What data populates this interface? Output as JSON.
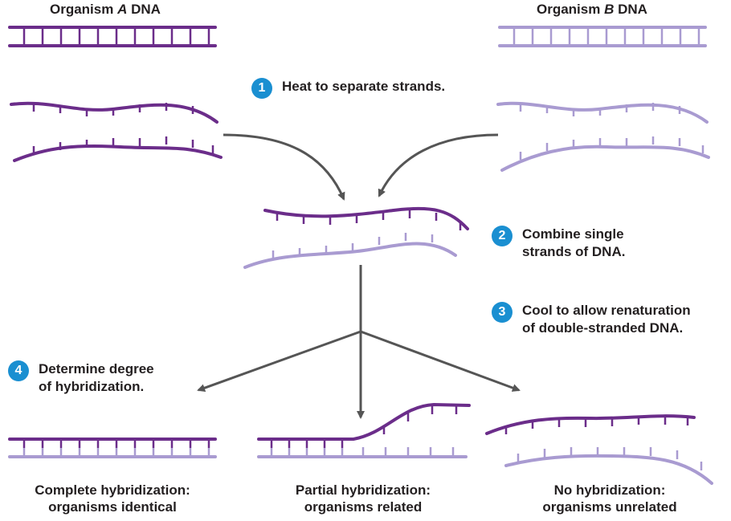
{
  "header": {
    "organism_a": {
      "prefix": "Organism ",
      "letter": "A",
      "suffix": " DNA"
    },
    "organism_b": {
      "prefix": "Organism ",
      "letter": "B",
      "suffix": " DNA"
    }
  },
  "steps": [
    {
      "number": "1",
      "lines": [
        "Heat to separate strands."
      ]
    },
    {
      "number": "2",
      "lines": [
        "Combine single",
        "strands of DNA."
      ]
    },
    {
      "number": "3",
      "lines": [
        "Cool to allow renaturation",
        "of double-stranded DNA."
      ]
    },
    {
      "number": "4",
      "lines": [
        "Determine degree",
        "of hybridization."
      ]
    }
  ],
  "outcomes": [
    {
      "line1": "Complete hybridization:",
      "line2": "organisms identical"
    },
    {
      "line1": "Partial hybridization:",
      "line2": "organisms related"
    },
    {
      "line1": "No hybridization:",
      "line2": "organisms unrelated"
    }
  ],
  "colors": {
    "organism_a": "#6b2d8a",
    "organism_b": "#a99bd1",
    "step_badge": "#1a8fd1",
    "arrow": "#555555"
  }
}
